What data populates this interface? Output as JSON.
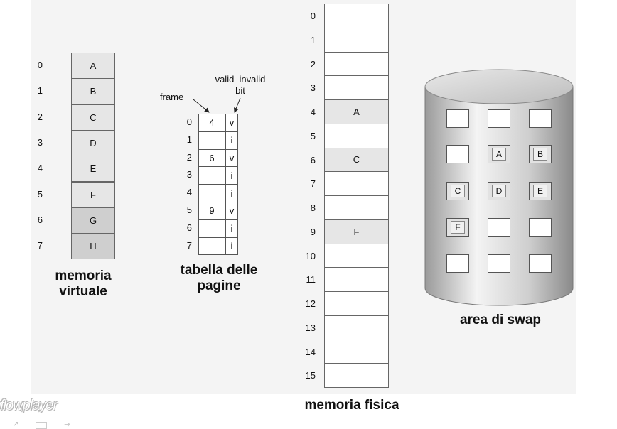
{
  "virtual_memory": {
    "indices": [
      "0",
      "1",
      "2",
      "3",
      "4",
      "5",
      "6",
      "7"
    ],
    "pages": [
      "A",
      "B",
      "C",
      "D",
      "E",
      "F",
      "G",
      "H"
    ],
    "caption_line1": "memoria",
    "caption_line2": "virtuale"
  },
  "page_table": {
    "label_frame": "frame",
    "label_valid_line1": "valid–invalid",
    "label_valid_line2": "bit",
    "indices": [
      "0",
      "1",
      "2",
      "3",
      "4",
      "5",
      "6",
      "7"
    ],
    "frames": [
      "4",
      "",
      "6",
      "",
      "",
      "9",
      "",
      ""
    ],
    "bits": [
      "v",
      "i",
      "v",
      "i",
      "i",
      "v",
      "i",
      "i"
    ],
    "caption_line1": "tabella delle",
    "caption_line2": "pagine"
  },
  "physical_memory": {
    "indices": [
      "0",
      "1",
      "2",
      "3",
      "4",
      "5",
      "6",
      "7",
      "8",
      "9",
      "10",
      "11",
      "12",
      "13",
      "14",
      "15"
    ],
    "contents": [
      "",
      "",
      "",
      "",
      "A",
      "",
      "C",
      "",
      "",
      "F",
      "",
      "",
      "",
      "",
      "",
      ""
    ],
    "caption": "memoria fisica"
  },
  "swap": {
    "grid": [
      [
        "",
        "",
        ""
      ],
      [
        "",
        "A",
        "B"
      ],
      [
        "C",
        "D",
        "E"
      ],
      [
        "F",
        "",
        ""
      ],
      [
        "",
        "",
        ""
      ]
    ],
    "caption": "area di swap"
  },
  "player": {
    "watermark": "flowplayer"
  }
}
